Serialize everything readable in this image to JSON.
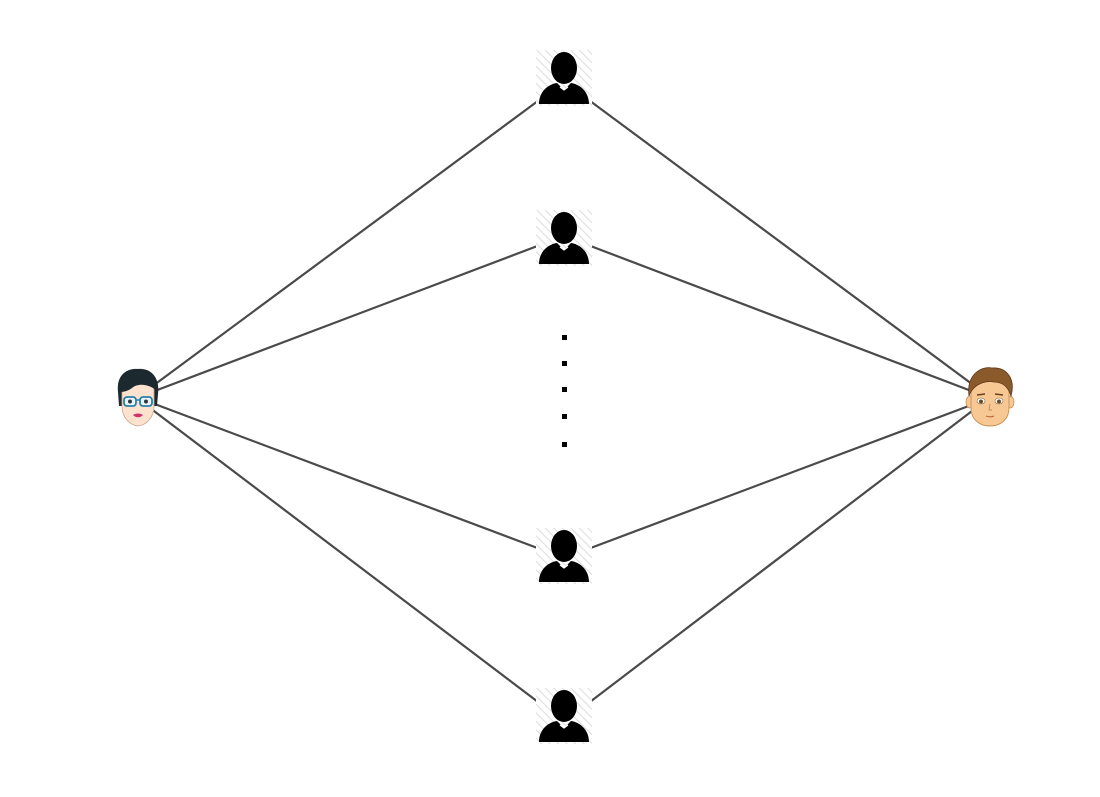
{
  "diagram": {
    "type": "network",
    "description_free": true,
    "nodes": [
      {
        "id": "source",
        "icon": "woman-with-glasses-avatar-icon"
      },
      {
        "id": "relay-1",
        "icon": "person-silhouette-icon"
      },
      {
        "id": "relay-2",
        "icon": "person-silhouette-icon"
      },
      {
        "id": "relay-n-1",
        "icon": "person-silhouette-icon"
      },
      {
        "id": "relay-n",
        "icon": "person-silhouette-icon"
      },
      {
        "id": "destination",
        "icon": "man-avatar-icon"
      }
    ],
    "edges": [
      [
        "source",
        "relay-1"
      ],
      [
        "source",
        "relay-2"
      ],
      [
        "source",
        "relay-n-1"
      ],
      [
        "source",
        "relay-n"
      ],
      [
        "relay-1",
        "destination"
      ],
      [
        "relay-2",
        "destination"
      ],
      [
        "relay-n-1",
        "destination"
      ],
      [
        "relay-n",
        "destination"
      ]
    ],
    "ellipsis": "vertical-dots",
    "colors": {
      "edge": "#4a4a4a",
      "silhouette": "#000000",
      "hatch": "#d8d8d8",
      "man_skin": "#f7c893",
      "man_hair": "#8a5a2b",
      "woman_skin": "#fde3cf",
      "woman_hair": "#1c2a30",
      "glasses": "#2a7fa8",
      "lips": "#d2336b"
    }
  }
}
